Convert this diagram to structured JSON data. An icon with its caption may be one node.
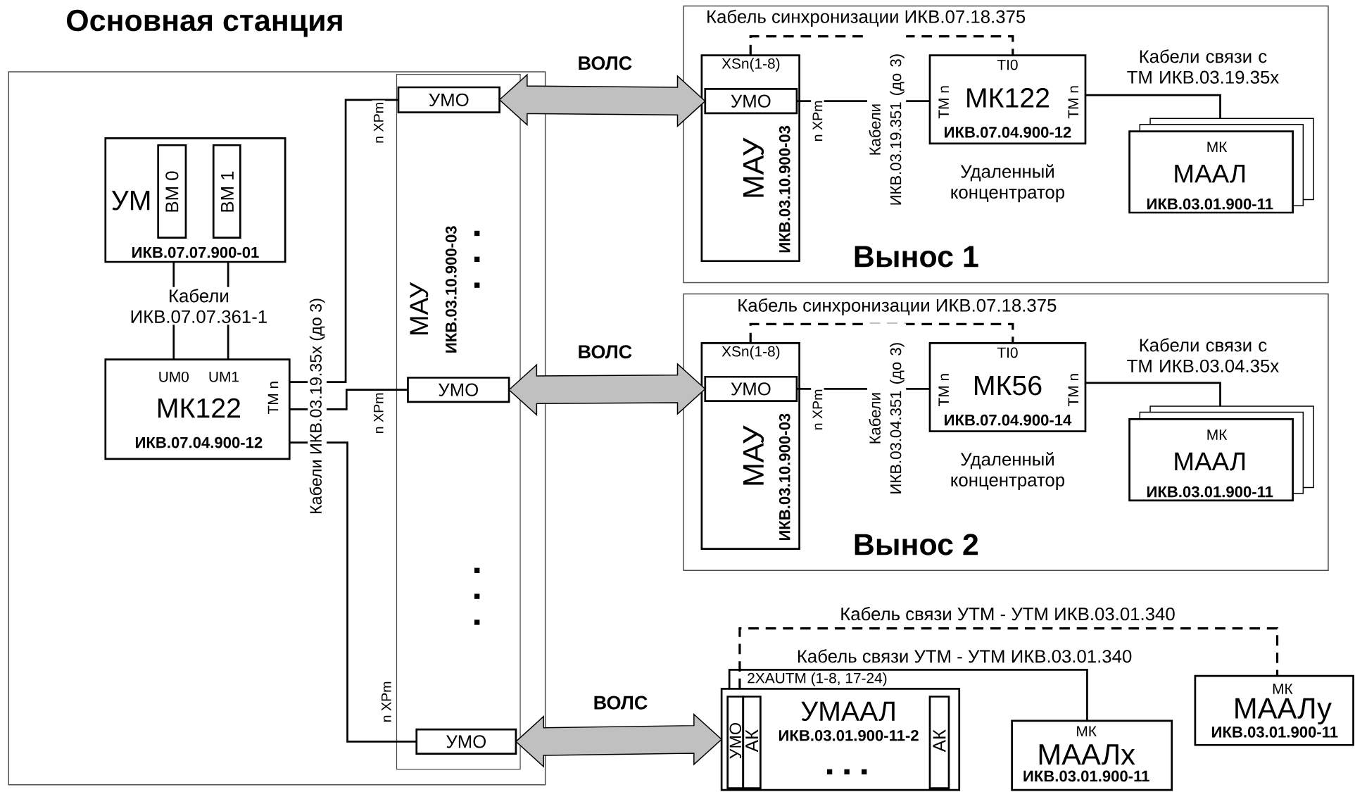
{
  "diagram": {
    "nodes": [
      {
        "text": [
          "Основная станция"
        ]
      },
      {
        "text": [
          "УМ",
          "ИКВ.07.07.900-01"
        ],
        "in": 0
      },
      {
        "text": [
          "ВМ 0"
        ],
        "in": 1
      },
      {
        "text": [
          "ВМ 1"
        ],
        "in": 1
      },
      {
        "text": [
          "UM0",
          "UM1",
          "МК122",
          "ТМ n",
          "ИКВ.07.04.900-12"
        ],
        "in": 0
      },
      {
        "text": [
          "МАУ",
          "ИКВ.03.10.900-03"
        ],
        "in": 0
      },
      {
        "text": [
          "УМО"
        ],
        "in": 5
      },
      {
        "text": [
          "УМО"
        ],
        "in": 5
      },
      {
        "text": [
          "УМО"
        ],
        "in": 5
      },
      {
        "text": [
          "Вынос 1"
        ]
      },
      {
        "text": [
          "XSn(1-8)",
          "МАУ",
          "ИКВ.03.10.900-03"
        ],
        "in": 9
      },
      {
        "text": [
          "УМО"
        ],
        "in": 10
      },
      {
        "text": [
          "TI0",
          "ТМ n",
          "МК122",
          "ТМ n",
          "ИКВ.07.04.900-12"
        ],
        "beside": [
          "Удаленный концентратор"
        ],
        "in": 9
      },
      {
        "text": [
          "МК",
          "МААЛ",
          "ИКВ.03.01.900-11"
        ],
        "in": 9
      },
      {
        "text": [
          "Вынос 2"
        ]
      },
      {
        "text": [
          "XSn(1-8)",
          "МАУ",
          "ИКВ.03.10.900-03"
        ],
        "in": 14
      },
      {
        "text": [
          "УМО"
        ],
        "in": 15
      },
      {
        "text": [
          "TI0",
          "ТМ n",
          "МК56",
          "ТМ n",
          "ИКВ.07.04.900-14"
        ],
        "beside": [
          "Удаленный концентратор"
        ],
        "in": 14
      },
      {
        "text": [
          "МК",
          "МААЛ",
          "ИКВ.03.01.900-11"
        ],
        "in": 14
      },
      {
        "text": [
          "УМААЛ",
          "ИКВ.03.01.900-11-2"
        ],
        "beside": [
          "2XAUTM (1-8, 17-24)"
        ]
      },
      {
        "text": [
          "УМО"
        ],
        "in": 19
      },
      {
        "text": [
          "АК"
        ],
        "in": 19
      },
      {
        "text": [
          "АК"
        ],
        "in": 19
      },
      {
        "text": [
          "МК",
          "МААЛх",
          "ИКВ.03.01.900-11"
        ]
      },
      {
        "text": [
          "МК",
          "МААЛу",
          "ИКВ.03.01.900-11"
        ]
      }
    ],
    "edges": [
      {
        "from": 1,
        "to": 4,
        "arrow": "none"
      },
      {
        "from": 1,
        "to": 4,
        "arrow": "none"
      },
      {
        "from": 4,
        "to": 6,
        "arrow": "none"
      },
      {
        "from": 4,
        "to": 7,
        "arrow": "none"
      },
      {
        "from": 4,
        "to": 8,
        "arrow": "none"
      },
      {
        "from": 6,
        "to": 11,
        "arrow": "both",
        "label": "ВОЛС",
        "style": "thick",
        "color": "#c0c0c0"
      },
      {
        "from": 7,
        "to": 16,
        "arrow": "both",
        "label": "ВОЛС",
        "style": "thick",
        "color": "#c0c0c0"
      },
      {
        "from": 8,
        "to": 19,
        "arrow": "both",
        "label": "ВОЛС",
        "style": "thick",
        "color": "#c0c0c0"
      },
      {
        "from": 11,
        "to": 12,
        "arrow": "none",
        "label": "Кабели ИКВ.03.19.351 (до 3)"
      },
      {
        "from": 10,
        "to": 12,
        "arrow": "none",
        "label": "Кабель синхронизации ИКВ.07.18.375",
        "style": "dashed"
      },
      {
        "from": 12,
        "to": 13,
        "arrow": "none",
        "label": "Кабели связи с ТМ ИКВ.03.19.35х"
      },
      {
        "from": 16,
        "to": 17,
        "arrow": "none",
        "label": "Кабели ИКВ.03.04.351 (до 3)"
      },
      {
        "from": 15,
        "to": 17,
        "arrow": "none",
        "label": "Кабель синхронизации ИКВ.07.18.375",
        "style": "dashed"
      },
      {
        "from": 17,
        "to": 18,
        "arrow": "none",
        "label": "Кабели связи с ТМ ИКВ.03.04.35х"
      },
      {
        "from": 19,
        "to": 23,
        "arrow": "none",
        "label": "Кабель связи УТМ - УТМ ИКВ.03.01.340"
      },
      {
        "from": 19,
        "to": 24,
        "arrow": "none",
        "label": "Кабель связи УТМ - УТМ ИКВ.03.01.340",
        "style": "dashed"
      }
    ],
    "labels": [
      "Кабели ИКВ.07.07.361-1",
      "n XPm",
      "Кабели ИКВ.03.19.35х (до 3)",
      "n XPm",
      "n XPm",
      "n XPm",
      "n XPm"
    ]
  }
}
